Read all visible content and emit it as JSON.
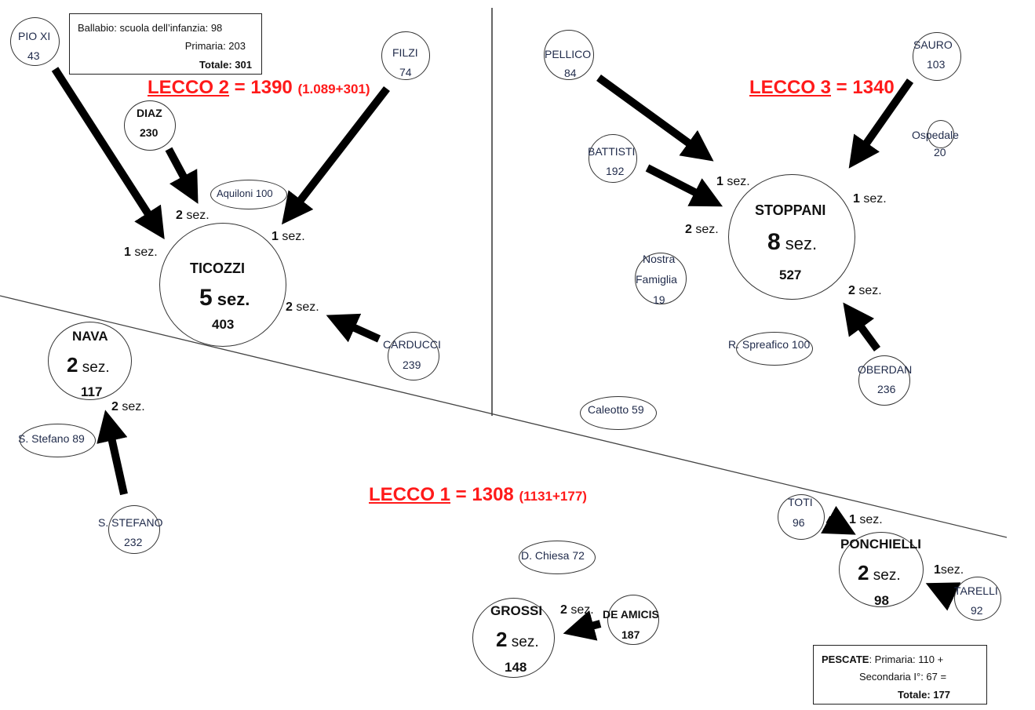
{
  "districts": {
    "lecco2": {
      "name": "LECCO 2",
      "equals": " = 1390",
      "detail": "(1.089+301)"
    },
    "lecco3": {
      "name": "LECCO 3",
      "equals": " = 1340",
      "detail": ""
    },
    "lecco1": {
      "name": "LECCO 1",
      "equals": " = 1308",
      "detail": "(1131+177)"
    }
  },
  "colors": {
    "title": "#ff1a1a",
    "school_text": "#1f2a4a",
    "arrow": "#000000",
    "line": "#333333"
  },
  "ballabio_box": {
    "line1": "Ballabio: scuola dell’infanzia: 98",
    "line2": "Primaria: 203",
    "line3": "Totale: 301"
  },
  "pescate_box": {
    "line1_bold": "PESCATE",
    "line1_rest": ": Primaria:   110 +",
    "line2": "Secondaria I°:   67 =",
    "line3": "Totale: 177"
  },
  "hubs": {
    "ticozzi": {
      "name": "TICOZZI",
      "sections": "5",
      "sez": " sez.",
      "count": "403"
    },
    "stoppani": {
      "name": "STOPPANI",
      "sections": "8",
      "sez": " sez.",
      "count": "527"
    },
    "nava": {
      "name": "NAVA",
      "sections": "2",
      "sez": " sez.",
      "count": "117"
    },
    "grossi": {
      "name": "GROSSI",
      "sections": "2",
      "sez": " sez.",
      "count": "148"
    },
    "ponchielli": {
      "name": "PONCHIELLI",
      "sections": "2",
      "sez": " sez.",
      "count": "98"
    }
  },
  "schools": {
    "pioxi": {
      "name": "PIO XI",
      "count": "43"
    },
    "diaz": {
      "name": "DIAZ",
      "count": "230"
    },
    "filzi": {
      "name": "FILZI",
      "count": "74"
    },
    "carducci": {
      "name": "CARDUCCI",
      "count": "239"
    },
    "santostefano": {
      "name": "S. STEFANO",
      "count": "232"
    },
    "pellico": {
      "name": "PELLICO",
      "count": "84"
    },
    "battisti": {
      "name": "BATTISTI",
      "count": "192"
    },
    "sauro": {
      "name": "SAURO",
      "count": "103"
    },
    "ospedale": {
      "name": "Ospedale",
      "count": "20"
    },
    "nostrafamiglia": {
      "name1": "Nostra",
      "name2": "Famiglia",
      "count": "19"
    },
    "oberdan": {
      "name": "OBERDAN",
      "count": "236"
    },
    "deamicis": {
      "name": "DE AMICIS",
      "count": "187"
    },
    "toti": {
      "name": "TOTI",
      "count": "96"
    },
    "tarelli": {
      "name": "TARELLI",
      "count": "92"
    }
  },
  "ovals": {
    "aquiloni": "Aquiloni 100",
    "stefano89": "S. Stefano 89",
    "spreafico": "R. Spreafico 100",
    "caleotto": "Caleotto 59",
    "chiesa": "D. Chiesa 72"
  },
  "arrow_labels": {
    "pioxi": {
      "n": "1",
      "t": " sez."
    },
    "diaz": {
      "n": "2",
      "t": " sez."
    },
    "filzi": {
      "n": "1",
      "t": " sez."
    },
    "carducci": {
      "n": "2",
      "t": " sez."
    },
    "santostefano": {
      "n": "2",
      "t": " sez."
    },
    "pellico": {
      "n": "1",
      "t": " sez."
    },
    "battisti": {
      "n": "2",
      "t": " sez."
    },
    "sauro": {
      "n": "1",
      "t": " sez."
    },
    "oberdan": {
      "n": "2",
      "t": " sez."
    },
    "deamicis": {
      "n": "2",
      "t": " sez."
    },
    "toti": {
      "n": "1",
      "t": " sez."
    },
    "tarelli": {
      "n": "1",
      "t": "sez."
    }
  }
}
